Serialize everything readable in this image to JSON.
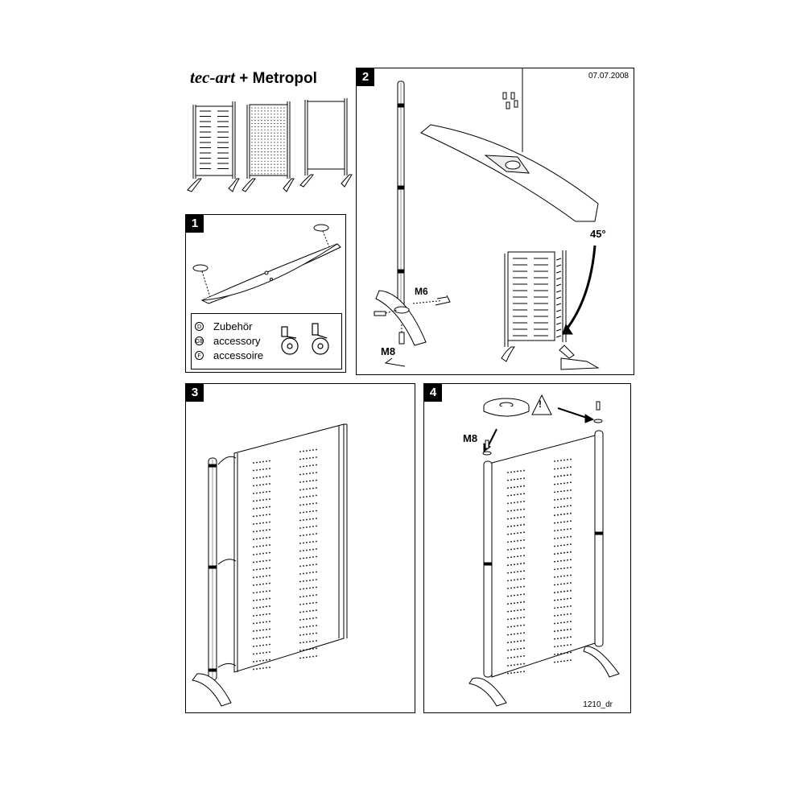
{
  "header": {
    "brand_logo": "tec-art",
    "brand_plus": "+",
    "brand_product": "Metropol"
  },
  "date": "07.07.2008",
  "doc_code": "1210_dr",
  "steps": {
    "one": "1",
    "two": "2",
    "three": "3",
    "four": "4"
  },
  "accessory": {
    "d_code": "D",
    "gb_code": "GB",
    "f_code": "F",
    "d_label": "Zubehör",
    "gb_label": "accessory",
    "f_label": "accessoire"
  },
  "step2_labels": {
    "m6": "M6",
    "m8": "M8",
    "angle": "45°"
  },
  "step4_labels": {
    "m8": "M8",
    "warning": "!"
  }
}
